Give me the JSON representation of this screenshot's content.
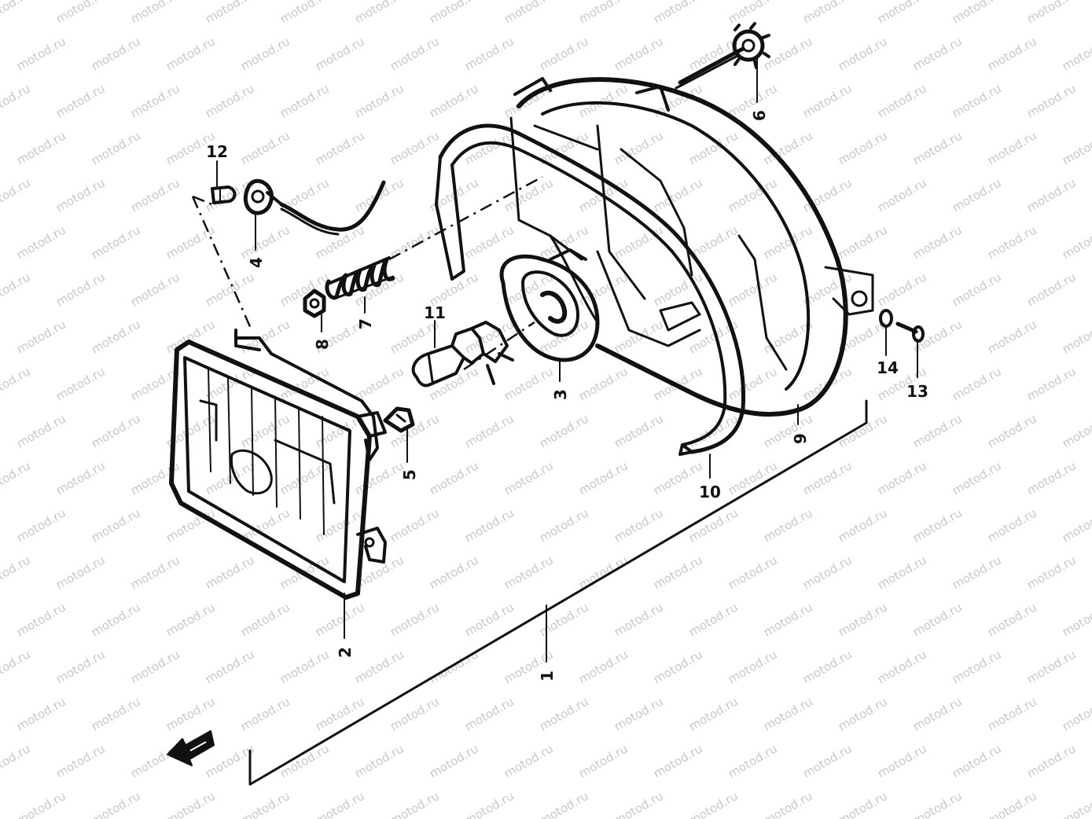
{
  "watermark": {
    "text": "motod.ru"
  },
  "callouts": {
    "c1": "1",
    "c2": "2",
    "c3": "3",
    "c4": "4",
    "c5": "5",
    "c6": "6",
    "c7": "7",
    "c8": "8",
    "c9": "9",
    "c10": "10",
    "c11": "11",
    "c12": "12",
    "c13": "13",
    "c14": "14"
  },
  "colors": {
    "ink": "#111111",
    "watermark": "#c8c8c8",
    "background": "#ffffff"
  },
  "icons": {
    "front_indicator": "front-arrow-icon"
  }
}
